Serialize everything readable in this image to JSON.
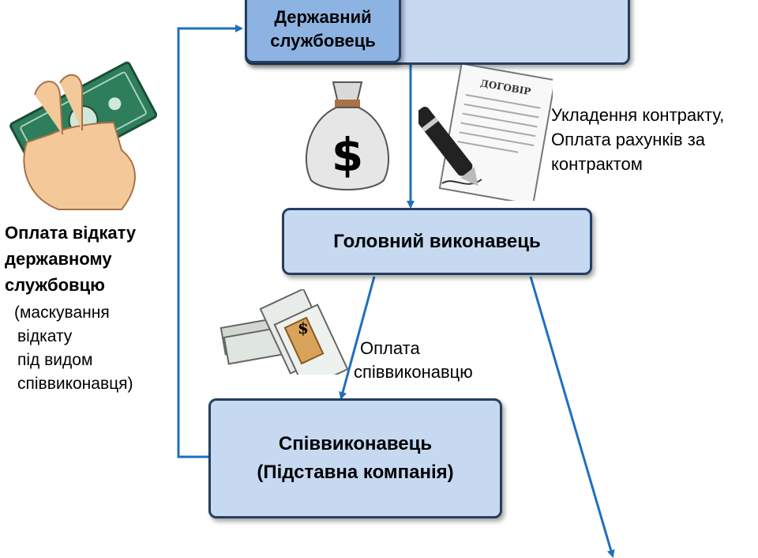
{
  "nodes": {
    "official": "Державний службовець",
    "contractor": "Головний виконавець",
    "subcontractor_line1": "Співвиконавець",
    "subcontractor_line2": "(Підставна компанія)"
  },
  "labels": {
    "contract_line1": "Укладення контракту,",
    "contract_line2": "Оплата рахунків за",
    "contract_line3": "контрактом",
    "sub_pay_line1": "Оплата",
    "sub_pay_line2": "співвиконавцю",
    "kickback_line1": "Оплата відкату",
    "kickback_line2": "державному",
    "kickback_line3": "службовцю",
    "kickback_note1": "(маскування",
    "kickback_note2": "відкату",
    "kickback_note3": "під видом",
    "kickback_note4": "співвиконавця)",
    "contract_doc_title": "ДОГОВІР"
  },
  "icons": [
    "hand-money-icon",
    "money-bag-icon",
    "contract-pen-icon",
    "cash-stack-icon"
  ],
  "colors": {
    "box_fill": "#c6d9f1",
    "box_inner": "#8db3e2",
    "box_border": "#243f60",
    "arrow": "#1f6fc0"
  }
}
